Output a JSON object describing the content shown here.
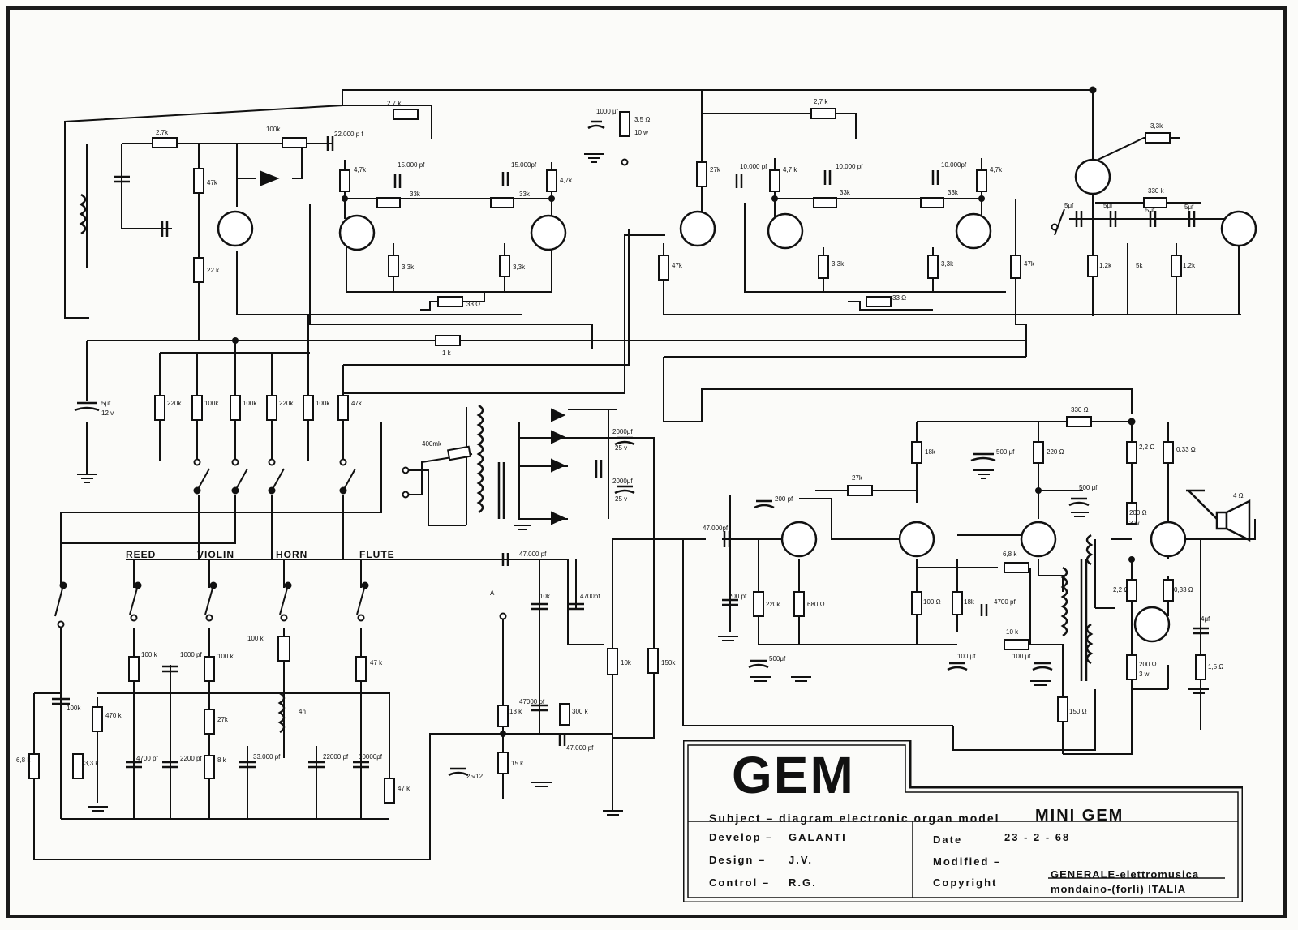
{
  "title_block": {
    "brand": "GEM",
    "subject": "Subject – diagram electronic organ model",
    "model": "MINI GEM",
    "develop_label": "Develop –",
    "develop_value": "GALANTI",
    "design_label": "Design –",
    "design_value": "J.V.",
    "control_label": "Control –",
    "control_value": "R.G.",
    "date_label": "Date",
    "date_value": "23 - 2 - 68",
    "modified_label": "Modified –",
    "copyright_label": "Copyright",
    "copyright_line1": "GENERALE-elettromusica",
    "copyright_line2": "mondaino-(forlì) ITALIA"
  },
  "voices": {
    "reed": "REED",
    "violin": "VIOLIN",
    "horn": "HORN",
    "flute": "FLUTE"
  },
  "labels": {
    "r_2k7_top": "2,7 k",
    "r_2k7_left": "2,7k",
    "r_100k_top": "100k",
    "c_22000pf": "22.000 p f",
    "r_47k_a": "47k",
    "r_22k": "22 k",
    "r_4k7_a": "4,7k",
    "c_15000pf": "15.000 pf",
    "r_33k_a": "33k",
    "c_15000pf_b": "15.000pf",
    "r_33k_b": "33k",
    "r_4k7_b": "4,7k",
    "r_3k3_a": "3,3k",
    "r_3k3_b": "3,3k",
    "r_33ohm_a": "33 Ω",
    "r_1k": "1 k",
    "c_1000uf": "1000 μf",
    "r_35ohm": "3,5 Ω",
    "r_10w": "10 w",
    "r_2k7_mid": "2,7 k",
    "r_27k_mid": "27k",
    "c_10000pf_a": "10.000 pf",
    "r_4k7_c": "4,7 k",
    "c_10000pf_b": "10.000 pf",
    "r_33k_c": "33k",
    "c_10000pf_c": "10.000pf",
    "r_33k_d": "33k",
    "r_4k7_d": "4,7k",
    "r_47k_b": "47k",
    "r_3k3_c": "3,3k",
    "r_3k3_d": "3,3k",
    "r_33ohm_b": "33 Ω",
    "r_47k_c": "47k",
    "r_3k3_e": "3,3k",
    "c_5uf_a": "5μf",
    "c_5uf_b": "5μf",
    "r_330k": "330 k",
    "c_5uf_c": "5μf",
    "c_5uf_d": "5μf",
    "r_1k2_a": "1,2k",
    "r_5k": "5k",
    "r_1k2_b": "1,2k",
    "c_5uf_12v": "5μf",
    "v_12v": "12 v",
    "r_220k_a": "220k",
    "r_100k_a": "100k",
    "r_100k_b": "100k",
    "r_220k_b": "220k",
    "r_100k_c": "100k",
    "r_47k_d": "47k",
    "r_400mk": "400mk",
    "c_2000uf_a": "2000μf",
    "v_25v_a": "25 v",
    "c_2000uf_b": "2000μf",
    "v_25v_b": "25 v",
    "r_330ohm": "330 Ω",
    "r_18k_a": "18k",
    "c_500uf_a": "500 μf",
    "r_220ohm": "220 Ω",
    "r_22ohm_a": "2,2 Ω",
    "r_033ohm_a": "0,33 Ω",
    "c_500uf_b": "500 μf",
    "spk_4ohm": "4 Ω",
    "c_200pf_a": "200 pf",
    "r_27k_amp": "27k",
    "c_47000pf_a": "47.000pf",
    "c_200pf_b": "200 pf",
    "r_220k_c": "220k",
    "r_680ohm": "680 Ω",
    "c_500uf_c": "500μf",
    "r_100ohm": "100 Ω",
    "r_18k_b": "18k",
    "c_4700pf_a": "4700 pf",
    "r_6k8": "6,8 k",
    "r_200ohm_a": "200 Ω",
    "v_3w_a": "3 w",
    "r_22ohm_b": "2,2 Ω",
    "r_033ohm_b": "0,33 Ω",
    "c_4uf": "4μf",
    "r_10k_amp": "10 k",
    "c_100uf_a": "100 μf",
    "c_100uf_b": "100 μf",
    "r_200ohm_b": "200 Ω",
    "v_3w_b": "3 w",
    "r_15ohm": "1,5 Ω",
    "r_150ohm": "150 Ω",
    "c_47000pf_b": "47.000 pf",
    "c_10k_pot": "10k",
    "c_4700pf_b": "4700pf",
    "term_a": "A",
    "pot_10k": "10k",
    "r_150k": "150k",
    "r_100k_d": "100 k",
    "c_1000pf_a": "1000 pf",
    "r_100k_e": "100 k",
    "r_100k_f": "100 k",
    "ind_4h": "4h",
    "r_47k_e": "47 k",
    "c_100k": "100k",
    "r_470k": "470 k",
    "r_27k_v": "27k",
    "r_13k": "13 k",
    "c_47000pf_c": "47000 pf",
    "r_300k": "300 k",
    "c_47000pf_d": "47.000 pf",
    "r_15k": "15 k",
    "c_25_12": "25/12",
    "r_6k8_b": "6,8 k",
    "r_3k3_f": "3,3 k",
    "c_4700pf_c": "4700 pf",
    "c_2200pf": "2200 pf",
    "r_8k": "8 k",
    "c_33000pf": "33.000 pf",
    "c_22000pf_b": "22000 pf",
    "c_10000pf_d": "10000pf",
    "r_47k_f": "47 k"
  }
}
